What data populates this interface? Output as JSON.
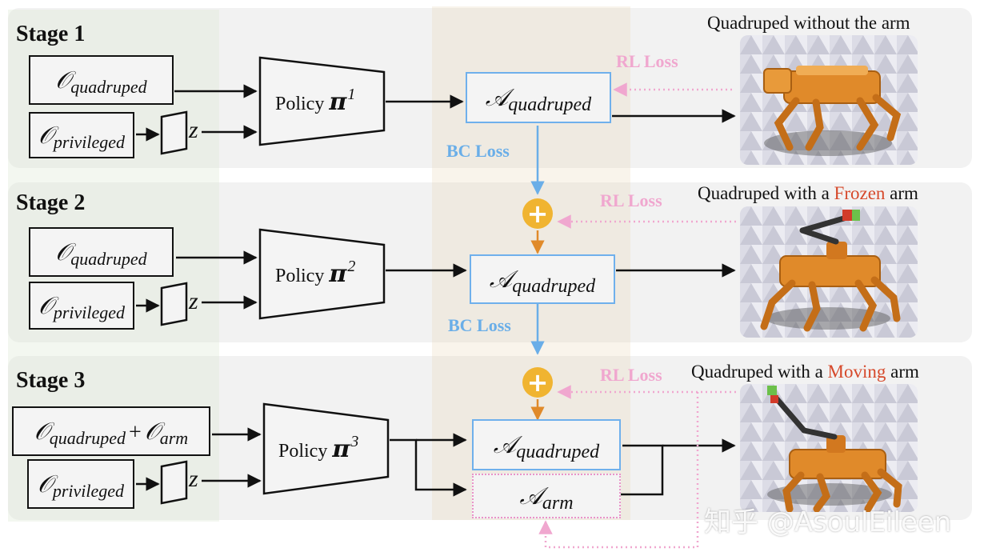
{
  "stages": [
    {
      "title": "Stage 1",
      "obs_main": {
        "symbol": "𝒪",
        "sub": "quadruped"
      },
      "obs_priv": {
        "symbol": "𝒪",
        "sub": "privileged"
      },
      "latent": "z",
      "policy": {
        "label": "Policy",
        "symbol": "π",
        "sup": "1"
      },
      "action": {
        "symbol": "𝒜",
        "sub": "quadruped"
      },
      "rl_loss": "RL Loss",
      "bc_loss": "BC Loss",
      "caption": {
        "text": "Quadruped without the arm"
      }
    },
    {
      "title": "Stage 2",
      "obs_main": {
        "symbol": "𝒪",
        "sub": "quadruped"
      },
      "obs_priv": {
        "symbol": "𝒪",
        "sub": "privileged"
      },
      "latent": "z",
      "policy": {
        "label": "Policy",
        "symbol": "π",
        "sup": "2"
      },
      "action": {
        "symbol": "𝒜",
        "sub": "quadruped"
      },
      "rl_loss": "RL Loss",
      "bc_loss": "BC Loss",
      "plus": "+",
      "caption": {
        "before": "Quadruped with a ",
        "highlight": "Frozen",
        "after": " arm"
      }
    },
    {
      "title": "Stage 3",
      "obs_main": {
        "symbol": "𝒪",
        "sub": "quadruped",
        "plus": "+",
        "symbol2": "𝒪",
        "sub2": "arm"
      },
      "obs_priv": {
        "symbol": "𝒪",
        "sub": "privileged"
      },
      "latent": "z",
      "policy": {
        "label": "Policy",
        "symbol": "π",
        "sup": "3"
      },
      "action": {
        "symbol": "𝒜",
        "sub": "quadruped"
      },
      "action_arm": {
        "symbol": "𝒜",
        "sub": "arm"
      },
      "rl_loss": "RL Loss",
      "plus": "+",
      "caption": {
        "before": "Quadruped with a ",
        "highlight": "Moving",
        "after": " arm"
      }
    }
  ],
  "watermark": "知乎 @AsoulEileen",
  "colors": {
    "bc_loss": "#6aaee8",
    "rl_loss": "#f0a7cf",
    "plus_circle": "#f0b431",
    "caption_highlight": "#d6492b",
    "robot_body": "#e08a2a"
  },
  "images": [
    {
      "subject": "quadruped robot without arm"
    },
    {
      "subject": "quadruped robot with frozen arm"
    },
    {
      "subject": "quadruped robot with moving arm"
    }
  ]
}
